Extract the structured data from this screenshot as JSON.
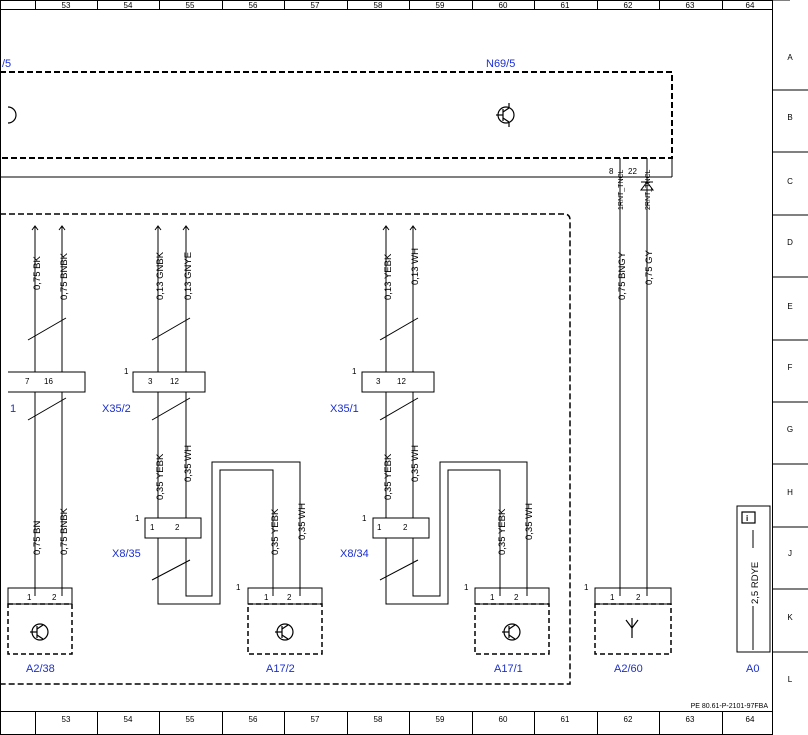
{
  "ruler": {
    "columns": [
      "53",
      "54",
      "55",
      "56",
      "57",
      "58",
      "59",
      "60",
      "61",
      "62",
      "63",
      "64"
    ],
    "rows": [
      "A",
      "B",
      "C",
      "D",
      "E",
      "F",
      "G",
      "H",
      "J",
      "K",
      "L"
    ]
  },
  "components": {
    "n69_5": "N69/5",
    "n69_5_partial": "/5",
    "x35_2": "X35/2",
    "x35_1": "X35/1",
    "x35_partial": "1",
    "x8_35": "X8/35",
    "x8_34": "X8/34",
    "a2_38": "A2/38",
    "a17_2": "A17/2",
    "a17_1": "A17/1",
    "a2_60": "A2/60",
    "a0": "A0"
  },
  "wires": {
    "bk": "0,75 BK",
    "bnbk": "0,75 BNBK",
    "gnbk": "0,13 GNBK",
    "gnye": "0,13 GNYE",
    "yebk13": "0,13 YEBK",
    "wh13": "0,13 WH",
    "bngy": "0,75 BNGY",
    "gy": "0,75 GY",
    "bn": "0,75 BN",
    "bnbk_lower": "0,75 BNBK",
    "yebk35_a": "0,35 YEBK",
    "wh35_a": "0,35 WH",
    "yebk35_b": "0,35 YEBK",
    "wh35_b": "0,35 WH",
    "yebk35_c": "0,35 YEBK",
    "wh35_c": "0,35 WH",
    "yebk35_d": "0,35 YEBK",
    "wh35_d": "0,35 WH",
    "rdye": "2,5 RDYE"
  },
  "pins": {
    "p7": "7",
    "p16": "16",
    "p3a": "3",
    "p12a": "12",
    "p1a": "1",
    "p3b": "3",
    "p12b": "12",
    "p1b": "1",
    "p8": "8",
    "p22": "22",
    "rnt1": "1RNT_TNCL",
    "rnt2": "2RNT_TNCL",
    "x8a_1": "1",
    "x8a_2": "2",
    "x8a_o": "1",
    "x8b_1": "1",
    "x8b_2": "2",
    "x8b_o": "1",
    "a238_1": "1",
    "a238_2": "2",
    "a172_1": "1",
    "a172_2": "2",
    "a172_o": "1",
    "a171_1": "1",
    "a171_2": "2",
    "a171_o": "1",
    "a260_1": "1",
    "a260_2": "2",
    "a260_o": "1"
  },
  "info_icon": "i",
  "footer_ref": "PE 80.61-P-2101-97FBA"
}
